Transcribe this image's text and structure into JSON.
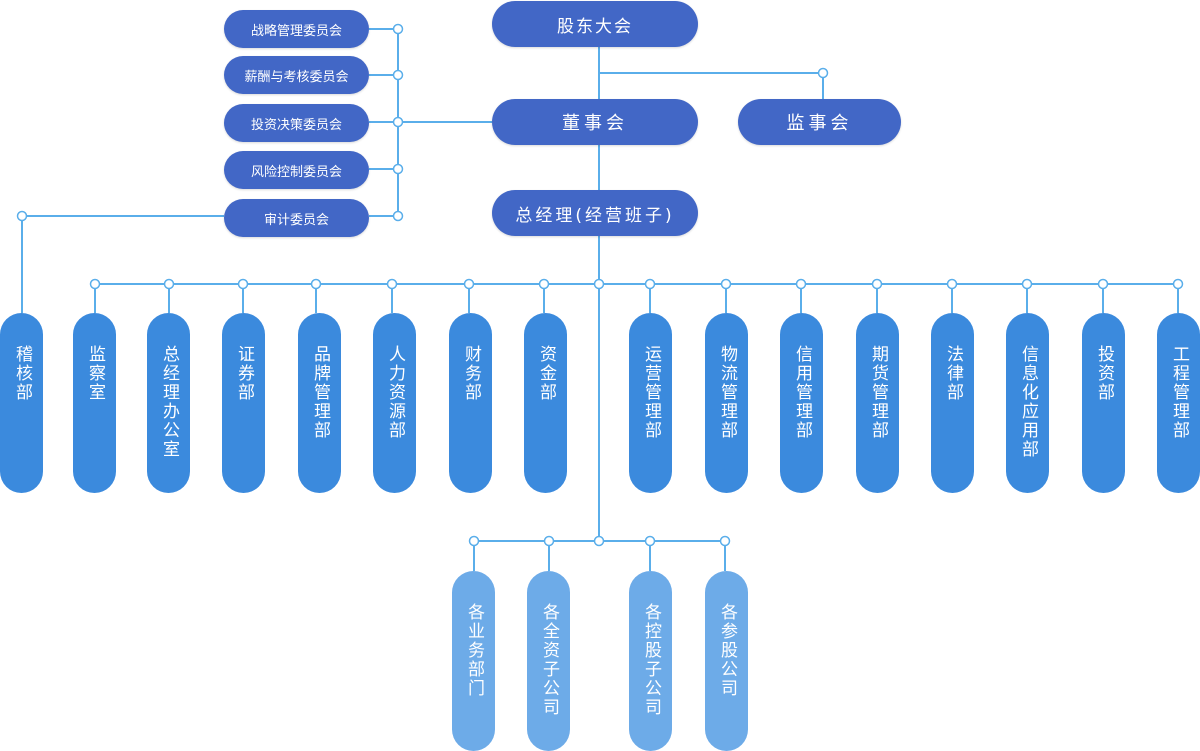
{
  "colors": {
    "top_node": "#4267C6",
    "department": "#3B8ADD",
    "subsidiary": "#6DABE8",
    "connector": "#5AAEEA"
  },
  "top": {
    "shareholders": "股东大会",
    "board": "董事会",
    "supervisory": "监事会",
    "gm": "总经理(经营班子)"
  },
  "committees": [
    "战略管理委员会",
    "薪酬与考核委员会",
    "投资决策委员会",
    "风险控制委员会",
    "审计委员会"
  ],
  "audit_dept": "稽核部",
  "departments": [
    "监察室",
    "总经理办公室",
    "证券部",
    "品牌管理部",
    "人力资源部",
    "财务部",
    "资金部",
    "运营管理部",
    "物流管理部",
    "信用管理部",
    "期货管理部",
    "法律部",
    "信息化应用部",
    "投资部",
    "工程管理部"
  ],
  "subsidiaries": [
    "各业务部门",
    "各全资子公司",
    "各控股子公司",
    "各参股公司"
  ]
}
